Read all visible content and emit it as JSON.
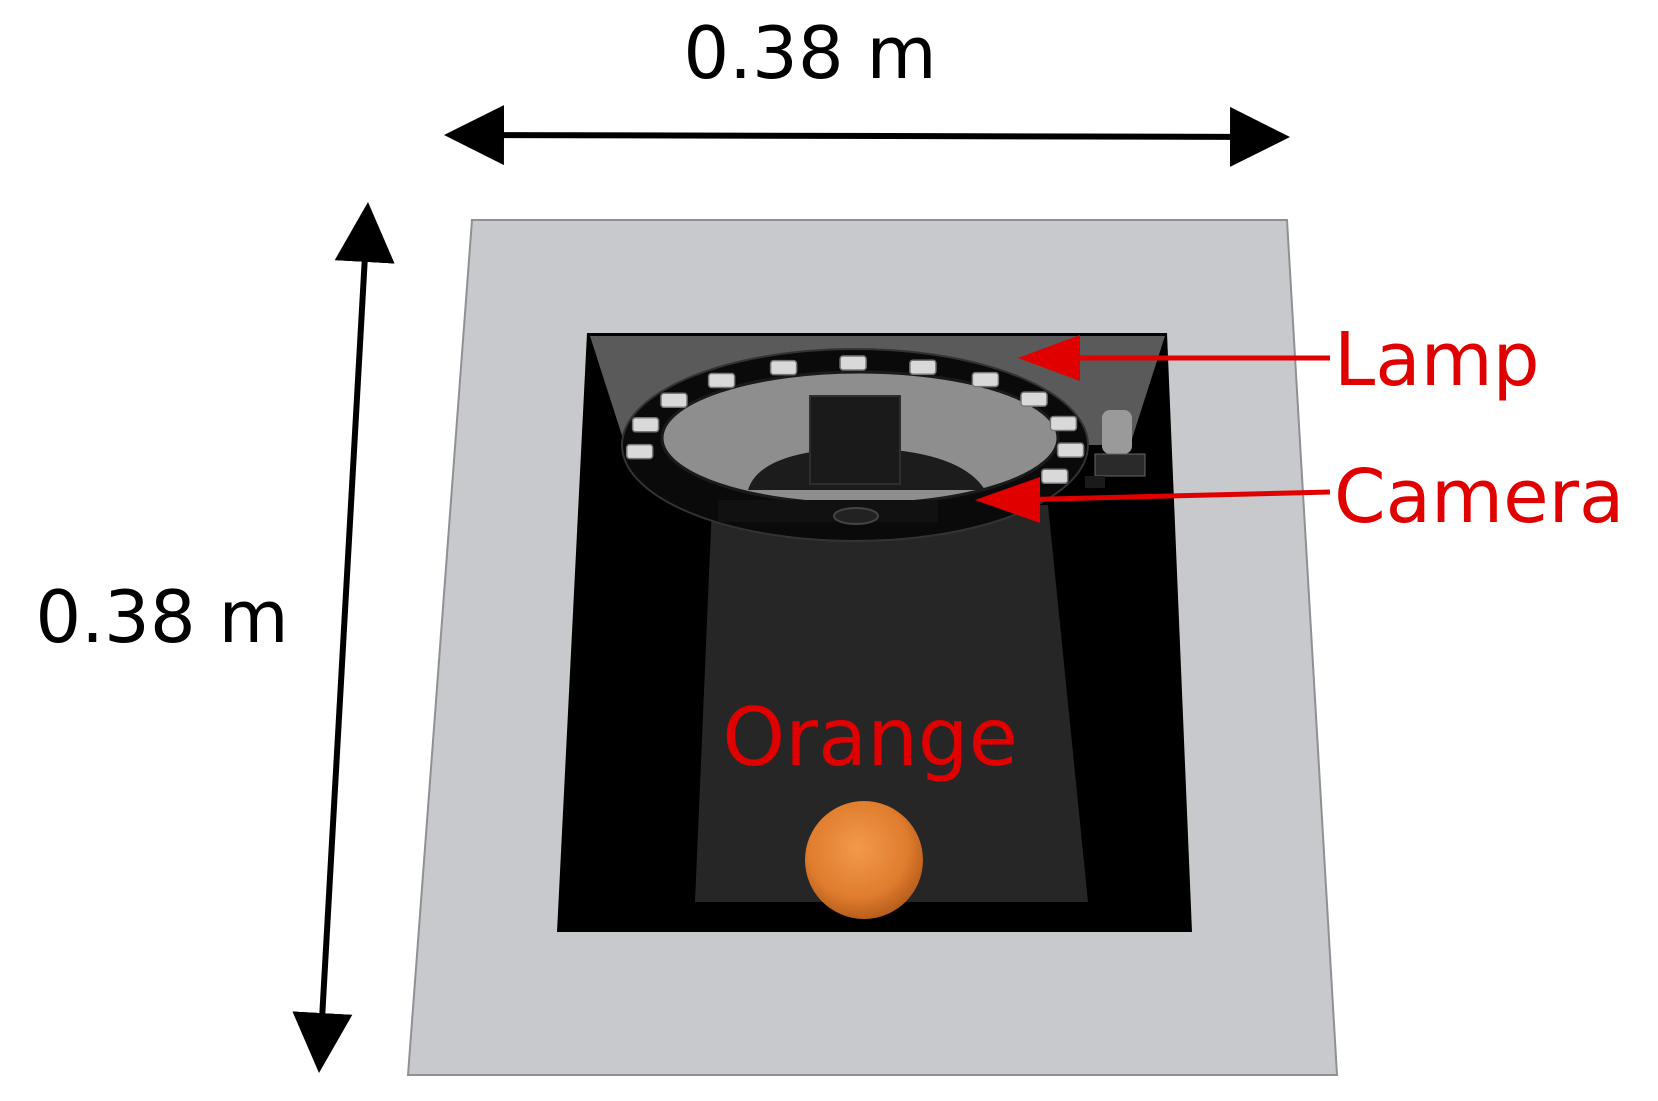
{
  "dimensions": {
    "width_label": "0.38 m",
    "height_label": "0.38 m"
  },
  "labels": {
    "lamp": "Lamp",
    "camera": "Camera",
    "orange": "Orange"
  },
  "colors": {
    "annotation": "#e00000",
    "dimension": "#000000",
    "base_plate": "#c8c9cd",
    "chamber": "#000000",
    "inner_wall": "#262626",
    "orange": "#e8853a"
  },
  "lamp_led_count": 12
}
